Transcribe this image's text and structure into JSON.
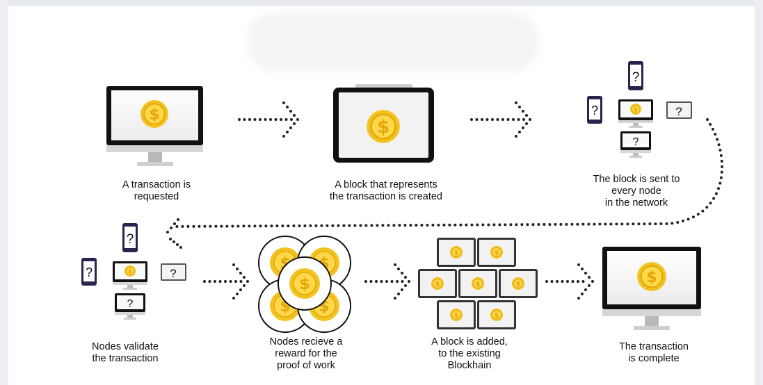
{
  "steps": [
    {
      "caption": "A transaction is\nrequested"
    },
    {
      "caption": "A block that represents\nthe transaction is created"
    },
    {
      "caption": "The block is sent to\nevery node\nin the network"
    },
    {
      "caption": "Nodes validate\nthe transaction"
    },
    {
      "caption": "Nodes recieve a\nreward for the\nproof of work"
    },
    {
      "caption": "A block is added,\nto the existing\nBlockhain"
    },
    {
      "caption": "The transaction\nis complete"
    }
  ],
  "glyphs": {
    "coin": "$",
    "unknown": "?"
  },
  "icons": [
    "monitor-icon",
    "tablet-icon",
    "phone-icon",
    "laptop-icon",
    "coin-icon",
    "dotted-arrow-icon"
  ],
  "colors": {
    "coin_outer": "#f2c21e",
    "coin_inner": "#ffd84a",
    "coin_rim": "#e2a70e",
    "device": "#111111",
    "phone_accent": "#2a2350",
    "arrow": "#222222"
  }
}
